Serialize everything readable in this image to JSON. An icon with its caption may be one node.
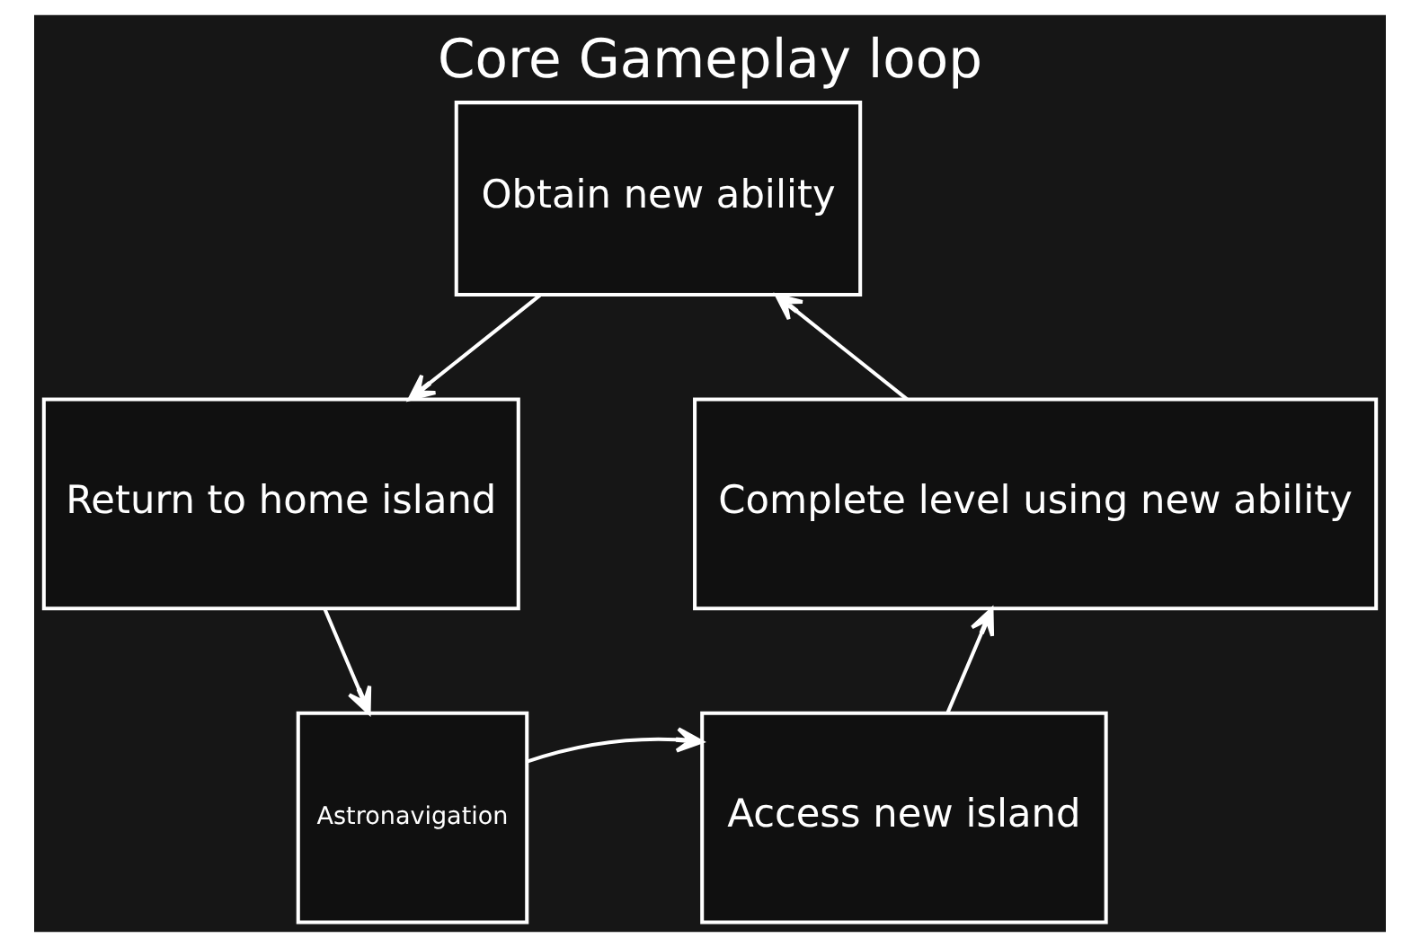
{
  "diagram": {
    "title": "Core Gameplay loop",
    "nodes": [
      {
        "text": [
          "Obtain new ability"
        ]
      },
      {
        "text": [
          "Return to home island"
        ]
      },
      {
        "text": [
          "Astronavigation"
        ]
      },
      {
        "text": [
          "Access new island"
        ]
      },
      {
        "text": [
          "Complete level using new ability"
        ]
      }
    ],
    "edges": [
      {
        "from": 0,
        "to": 1,
        "arrow": "to"
      },
      {
        "from": 1,
        "to": 2,
        "arrow": "to"
      },
      {
        "from": 2,
        "to": 3,
        "arrow": "to"
      },
      {
        "from": 3,
        "to": 4,
        "arrow": "to"
      },
      {
        "from": 4,
        "to": 0,
        "arrow": "to"
      }
    ]
  }
}
